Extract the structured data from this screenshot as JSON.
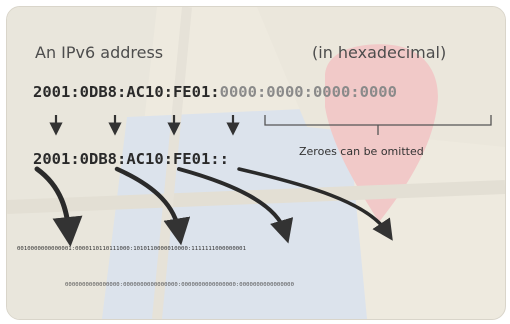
{
  "title": "An IPv6 address",
  "subtitle": "(in hexadecimal)",
  "full_address_prefix": "2001:0DB8:AC10:FE01:",
  "full_address_zeros": "0000:0000:0000:0000",
  "short_address": "2001:0DB8:AC10:FE01::",
  "omitted_note": "Zeroes can be omitted",
  "binary_line_1": "0010000000000001:0000110110111000:1010110000010000:1111111000000001",
  "binary_line_2": "0000000000000000:0000000000000000:0000000000000000:0000000000000000",
  "colors": {
    "background": "#eeeadf",
    "map_blue": "#dce3ec",
    "map_pink": "#f1c9c8",
    "text": "#2a2a2a",
    "arrow": "#333333"
  }
}
